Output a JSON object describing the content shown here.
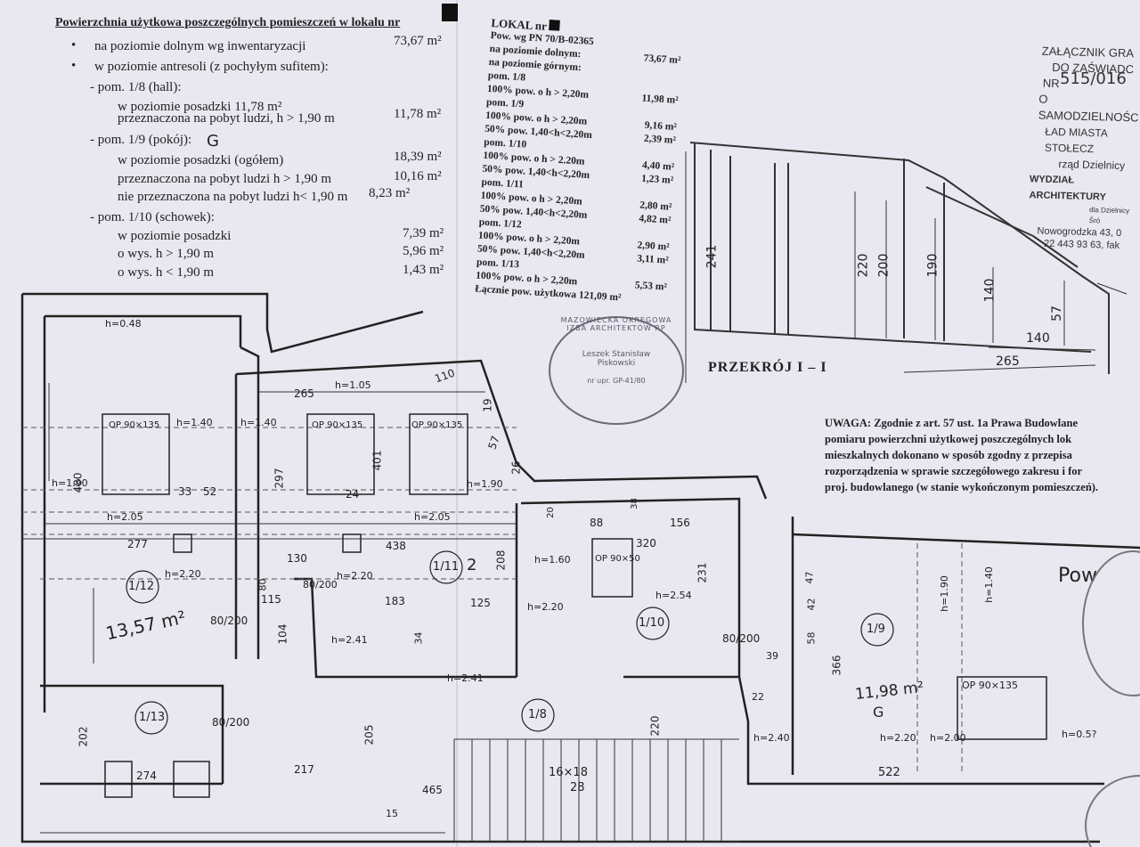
{
  "left_text": {
    "heading": "Powierzchnia użytkowa poszczególnych pomieszczeń w lokalu nr",
    "b1_label": "na poziomie dolnym wg inwentaryzacji",
    "b1_value": "73,67 m²",
    "b2_label": "w poziomie antresoli (z pochyłym sufitem):",
    "r18_title": "- pom. 1/8 (hall):",
    "r18_a": "w poziomie posadzki 11,78 m²",
    "r18_b": "przeznaczona na pobyt ludzi, h > 1,90 m",
    "r18_b_val": "11,78 m²",
    "r19_title": "- pom. 1/9 (pokój):",
    "r19_a": "w poziomie posadzki (ogółem)",
    "r19_a_val": "18,39 m²",
    "r19_b": "przeznaczona na pobyt ludzi h > 1,90 m",
    "r19_b_val": "10,16 m²",
    "r19_c": "nie przeznaczona na pobyt ludzi h< 1,90 m",
    "r19_c_val": "8,23 m²",
    "r110_title": "- pom. 1/10 (schowek):",
    "r110_a": "w poziomie posadzki",
    "r110_a_val": "7,39 m²",
    "r110_b": "o wys. h > 1,90 m",
    "r110_b_val": "5,96 m²",
    "r110_c": "o wys. h < 1,90 m",
    "r110_c_val": "1,43 m²"
  },
  "mid_text": {
    "lines": [
      {
        "l": "LOKAL nr",
        "v": ""
      },
      {
        "l": "Pow. wg PN 70/B-02365",
        "v": ""
      },
      {
        "l": "na poziomie dolnym:",
        "v": "73,67 m²"
      },
      {
        "l": "na poziomie górnym:",
        "v": ""
      },
      {
        "l": "pom. 1/8",
        "v": ""
      },
      {
        "l": "100% pow. o h > 2,20m",
        "v": "11,98 m²"
      },
      {
        "l": "pom. 1/9",
        "v": ""
      },
      {
        "l": "100% pow. o h > 2,20m",
        "v": "9,16 m²"
      },
      {
        "l": "50% pow. 1,40<h<2,20m",
        "v": "2,39 m²"
      },
      {
        "l": "pom. 1/10",
        "v": ""
      },
      {
        "l": "100% pow. o h > 2.20m",
        "v": "4,40 m²"
      },
      {
        "l": "50% pow. 1,40<h<2,20m",
        "v": "1,23 m²"
      },
      {
        "l": "pom. 1/11",
        "v": ""
      },
      {
        "l": "100% pow. o h > 2,20m",
        "v": "2,80 m²"
      },
      {
        "l": "50% pow. 1,40<h<2,20m",
        "v": "4,82 m²"
      },
      {
        "l": "pom. 1/12",
        "v": ""
      },
      {
        "l": "100% pow. o h > 2,20m",
        "v": "2,90 m²"
      },
      {
        "l": "50% pow. 1,40<h<2,20m",
        "v": "3,11 m²"
      },
      {
        "l": "pom. 1/13",
        "v": ""
      },
      {
        "l": "100% pow. o h > 2,20m",
        "v": "5,53 m²"
      },
      {
        "l": "Łącznie pow. użytkowa 121,09 m²",
        "v": ""
      }
    ]
  },
  "right_header": {
    "l1": "ZAŁĄCZNIK GRA",
    "l2": "DO ZAŚWIADC",
    "l3": "NR",
    "l4": "O SAMODZIELNOŚC",
    "l5": "ŁAD MIASTA STOŁECZ",
    "l6": "rząd Dzielnicy",
    "l7": "WYDZIAŁ ARCHITEKTURY",
    "l8": "dla Dzielnicy Śró",
    "l9": "Nowogrodzka 43, 0",
    "l10": "22 443 93 63, fak",
    "hand_num": "515/016"
  },
  "uwaga": {
    "l1": "UWAGA: Zgodnie z art. 57 ust. 1a Prawa Budowlane",
    "l2": "pomiaru powierzchni użytkowej poszczególnych lok",
    "l3": "mieszkalnych dokonano w sposób zgodny z przepisa",
    "l4": "rozporządzenia w sprawie szczegółowego zakresu i for",
    "l5": "proj. budowlanego (w stanie wykończonym pomieszczeń)."
  },
  "section": {
    "title": "PRZEKRÓJ I – I",
    "d241": "241",
    "d220": "220",
    "d200": "200",
    "d190": "190",
    "d140": "140",
    "d57": "57",
    "d140h": "140",
    "d265": "265"
  },
  "plan": {
    "rooms": [
      "1/12",
      "1/11",
      "1/10",
      "1/9",
      "1/8",
      "1/13"
    ],
    "heights": [
      "h=0.48",
      "h=1.05",
      "h=1.40",
      "h=1.40",
      "h=1.90",
      "h=1.90",
      "h=2.05",
      "h=2.05",
      "h=2.20",
      "h=2.20",
      "h=1.60",
      "h=2.20",
      "h=2.54",
      "h=2.41",
      "h=2.41",
      "h=2.40",
      "h=2.20",
      "h=2.00",
      "h=0.5?",
      "h=1.90",
      "h=1.40"
    ],
    "openings": [
      "OP 90×135",
      "OP 90×135",
      "OP 90×135",
      "OP 90×50",
      "OP 90×135"
    ],
    "dims": [
      "265",
      "110",
      "480",
      "297",
      "401",
      "19",
      "57",
      "26",
      "33",
      "52",
      "24",
      "277",
      "438",
      "208",
      "88",
      "38",
      "20",
      "156",
      "320",
      "231",
      "130",
      "80",
      "115",
      "183",
      "125",
      "104",
      "34",
      "80/200",
      "80/200",
      "80/200",
      "80/200",
      "205",
      "220",
      "217",
      "274",
      "202",
      "465",
      "16×18",
      "28",
      "15",
      "47",
      "42",
      "58",
      "39",
      "22",
      "366",
      "522"
    ],
    "hand_areas": [
      "13,57 m²",
      "11,98 m²",
      "2",
      "G",
      "G",
      "Pow"
    ]
  },
  "stamp": {
    "text": "MAZOWIECKA OKRĘGOWA IZBA ARCHITEKTÓW RP",
    "name": "Leszek Stanisław Piskowski",
    "reg": "nr upr. GP-41/80"
  }
}
